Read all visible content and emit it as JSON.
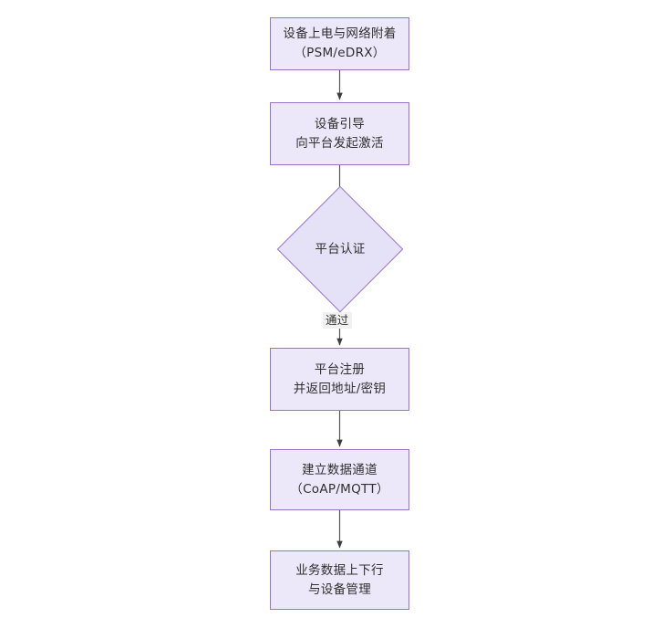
{
  "diagram": {
    "type": "flowchart",
    "orientation": "top-to-bottom",
    "colors": {
      "node_fill": "#ece8f9",
      "node_border": "#9a74c9",
      "decision_fill": "#e5e1f7",
      "text": "#2f2f2f",
      "edge_line": "#555555",
      "edge_label_background": "#f1f1f1",
      "canvas_background": "#ffffff"
    },
    "nodes": [
      {
        "id": "n1",
        "shape": "rectangle",
        "lines": [
          "设备上电与网络附着",
          "（PSM/eDRX）"
        ]
      },
      {
        "id": "n2",
        "shape": "rectangle",
        "lines": [
          "设备引导",
          "向平台发起激活"
        ]
      },
      {
        "id": "n3",
        "shape": "diamond",
        "lines": [
          "平台认证"
        ]
      },
      {
        "id": "n4",
        "shape": "rectangle",
        "lines": [
          "平台注册",
          "并返回地址/密钥"
        ]
      },
      {
        "id": "n5",
        "shape": "rectangle",
        "lines": [
          "建立数据通道",
          "（CoAP/MQTT）"
        ]
      },
      {
        "id": "n6",
        "shape": "rectangle",
        "lines": [
          "业务数据上下行",
          "与设备管理"
        ]
      }
    ],
    "edges": [
      {
        "id": "e1",
        "from": "n1",
        "to": "n2",
        "label": ""
      },
      {
        "id": "e2",
        "from": "n2",
        "to": "n3",
        "label": ""
      },
      {
        "id": "e3",
        "from": "n3",
        "to": "n4",
        "label": "通过"
      },
      {
        "id": "e4",
        "from": "n4",
        "to": "n5",
        "label": ""
      },
      {
        "id": "e5",
        "from": "n5",
        "to": "n6",
        "label": ""
      }
    ]
  }
}
